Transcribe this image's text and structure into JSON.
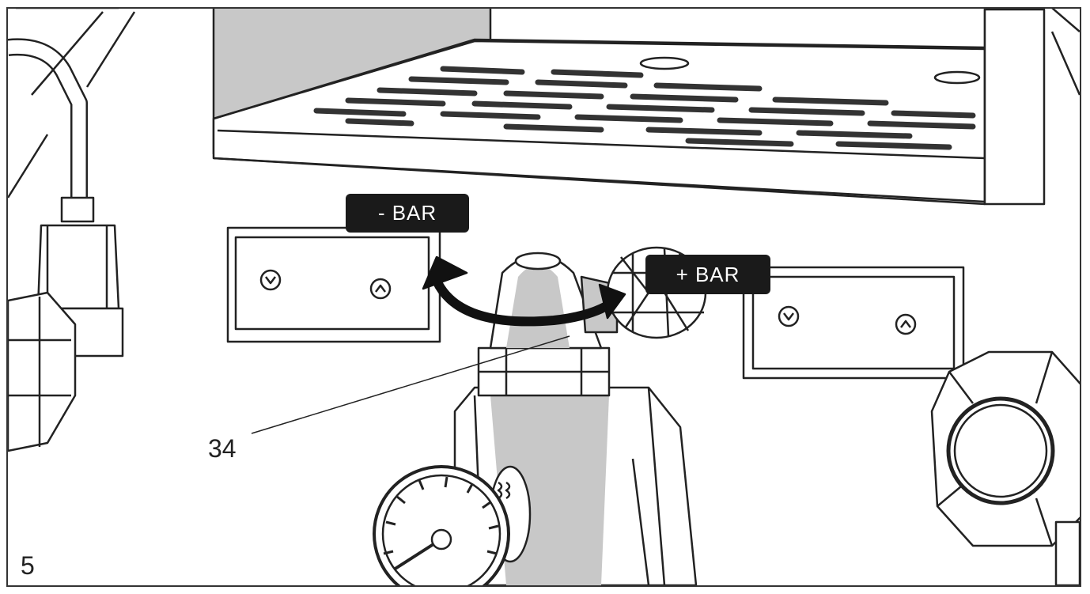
{
  "labels": {
    "minus_bar": "- BAR",
    "plus_bar": "+ BAR"
  },
  "callout_number": "34",
  "figure_number": "5",
  "colors": {
    "label_bg": "#1a1a1a",
    "label_text": "#ffffff",
    "line": "#222222",
    "shade": "#c8c8c8"
  },
  "icons": [
    "rotation-arrow-icon",
    "screw-icon",
    "pressure-gauge-icon"
  ]
}
